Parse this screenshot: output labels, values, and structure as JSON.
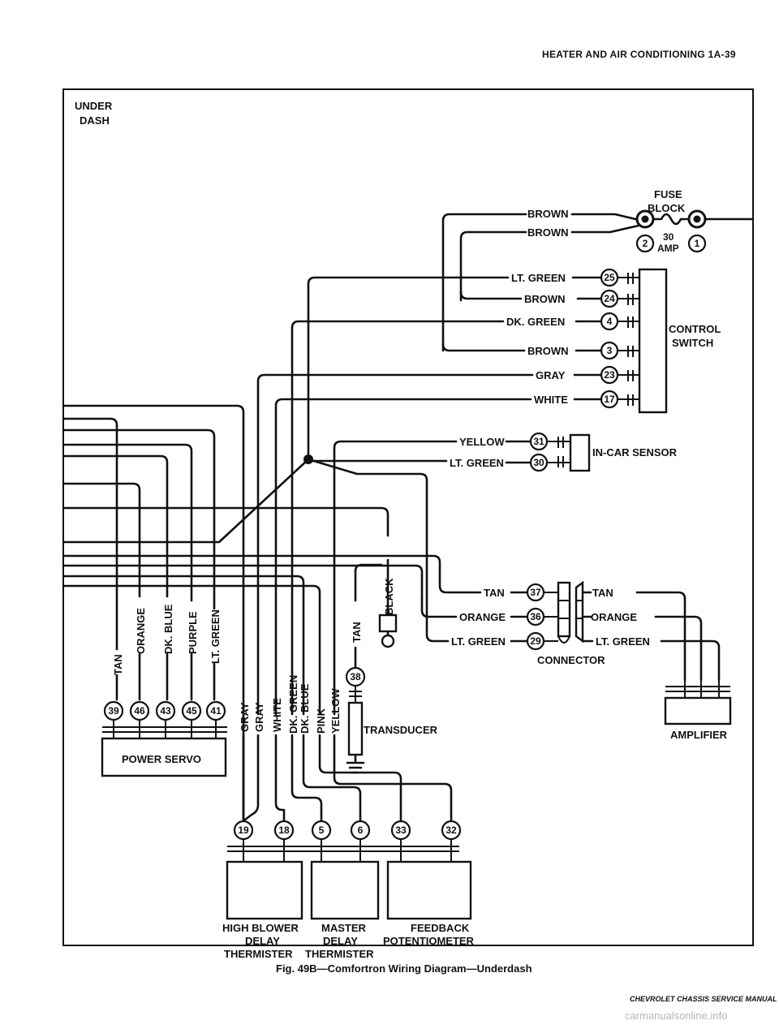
{
  "header": {
    "title": "HEATER AND AIR CONDITIONING 1A-39"
  },
  "diagram": {
    "section_label_line1": "UNDER",
    "section_label_line2": "DASH",
    "fuse_block": {
      "title_line1": "FUSE",
      "title_line2": "BLOCK",
      "rating_line1": "30",
      "rating_line2": "AMP",
      "pins": [
        "2",
        "1"
      ]
    },
    "control_switch": {
      "label_line1": "CONTROL",
      "label_line2": "SWITCH"
    },
    "fuse_wires": [
      "BROWN",
      "BROWN"
    ],
    "control_switch_wires": [
      {
        "color": "LT. GREEN",
        "pin": "25"
      },
      {
        "color": "BROWN",
        "pin": "24"
      },
      {
        "color": "DK. GREEN",
        "pin": "4"
      },
      {
        "color": "BROWN",
        "pin": "3"
      },
      {
        "color": "GRAY",
        "pin": "23"
      },
      {
        "color": "WHITE",
        "pin": "17"
      }
    ],
    "in_car_sensor": {
      "label": "IN-CAR SENSOR",
      "wires": [
        {
          "color": "YELLOW",
          "pin": "31"
        },
        {
          "color": "LT. GREEN",
          "pin": "30"
        }
      ]
    },
    "connector": {
      "label": "CONNECTOR",
      "left_wires": [
        {
          "color": "TAN",
          "pin": "37"
        },
        {
          "color": "ORANGE",
          "pin": "36"
        },
        {
          "color": "LT. GREEN",
          "pin": "29"
        }
      ],
      "right_wires": [
        "TAN",
        "ORANGE",
        "LT. GREEN"
      ]
    },
    "amplifier": {
      "label": "AMPLIFIER"
    },
    "power_servo": {
      "label": "POWER SERVO",
      "wires": [
        {
          "color": "TAN",
          "pin": "39"
        },
        {
          "color": "ORANGE",
          "pin": "46"
        },
        {
          "color": "DK. BLUE",
          "pin": "43"
        },
        {
          "color": "PURPLE",
          "pin": "45"
        },
        {
          "color": "LT. GREEN",
          "pin": "41"
        }
      ]
    },
    "center_wires": [
      "GRAY",
      "GRAY",
      "WHITE",
      "DK. GREEN",
      "DK. BLUE",
      "PINK",
      "YELLOW"
    ],
    "transducer": {
      "label": "TRANSDUCER",
      "pin": "38",
      "wires": [
        "TAN",
        "BLACK"
      ]
    },
    "bottom_pins": [
      "19",
      "18",
      "5",
      "6",
      "33",
      "32"
    ],
    "bottom_components": [
      {
        "line1": "HIGH BLOWER",
        "line2": "DELAY",
        "line3": "THERMISTER"
      },
      {
        "line1": "MASTER",
        "line2": "DELAY",
        "line3": "THERMISTER"
      },
      {
        "line1": "FEEDBACK",
        "line2": "POTENTIOMETER",
        "line3": ""
      }
    ]
  },
  "caption": "Fig. 49B—Comfortron Wiring Diagram—Underdash",
  "footer": "CHEVROLET CHASSIS SERVICE MANUAL",
  "watermark": "carmanualsonline.info"
}
